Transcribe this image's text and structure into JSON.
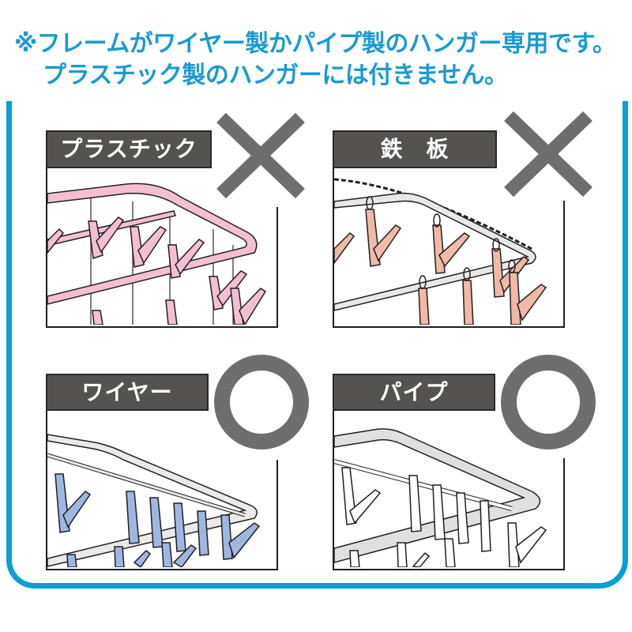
{
  "notice": {
    "line1": "※フレームがワイヤー製かパイプ製のハンガー専用です。",
    "line2": "プラスチック製のハンガーには付きません。",
    "color": "#1a9ad0"
  },
  "frame": {
    "border_color": "#0a9fd4"
  },
  "panels": [
    {
      "label": "プラスチック",
      "verdict": "×",
      "verdict_icon": "cross-mark-icon",
      "compatible": false,
      "accent_color": "#f2bfd3"
    },
    {
      "label": "鉄　板",
      "verdict": "×",
      "verdict_icon": "cross-mark-icon",
      "compatible": false,
      "accent_color": "#f0b9a8"
    },
    {
      "label": "ワイヤー",
      "verdict": "○",
      "verdict_icon": "circle-mark-icon",
      "compatible": true,
      "accent_color": "#9fb6e0"
    },
    {
      "label": "パイプ",
      "verdict": "○",
      "verdict_icon": "circle-mark-icon",
      "compatible": true,
      "accent_color": "#ffffff"
    }
  ],
  "colors": {
    "label_bg": "#555352",
    "mark": "#6e6e6e",
    "outline": "#231f20"
  }
}
